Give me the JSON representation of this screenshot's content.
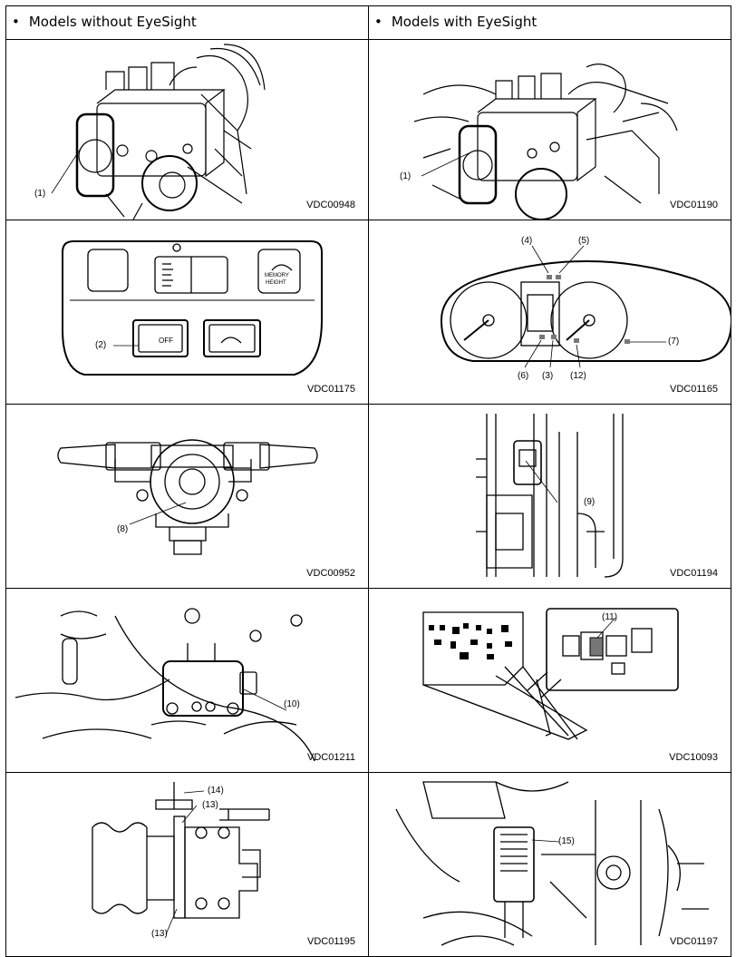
{
  "headers": {
    "left": "Models without EyeSight",
    "right": "Models with EyeSight"
  },
  "figures": [
    {
      "code": "VDC00948",
      "callouts": [
        "(1)"
      ]
    },
    {
      "code": "VDC01190",
      "callouts": [
        "(1)"
      ]
    },
    {
      "code": "VDC01175",
      "callouts": [
        "(2)"
      ],
      "button_texts": [
        "OFF",
        "MEMORY",
        "HEIGHT"
      ]
    },
    {
      "code": "VDC01165",
      "callouts": [
        "(4)",
        "(5)",
        "(6)",
        "(3)",
        "(12)",
        "(7)"
      ]
    },
    {
      "code": "VDC00952",
      "callouts": [
        "(8)"
      ]
    },
    {
      "code": "VDC01194",
      "callouts": [
        "(9)"
      ]
    },
    {
      "code": "VDC01211",
      "callouts": [
        "(10)"
      ]
    },
    {
      "code": "VDC10093",
      "callouts": [
        "(11)"
      ]
    },
    {
      "code": "VDC01195",
      "callouts": [
        "(14)",
        "(13)",
        "(13)"
      ]
    },
    {
      "code": "VDC01197",
      "callouts": [
        "(15)"
      ]
    }
  ]
}
